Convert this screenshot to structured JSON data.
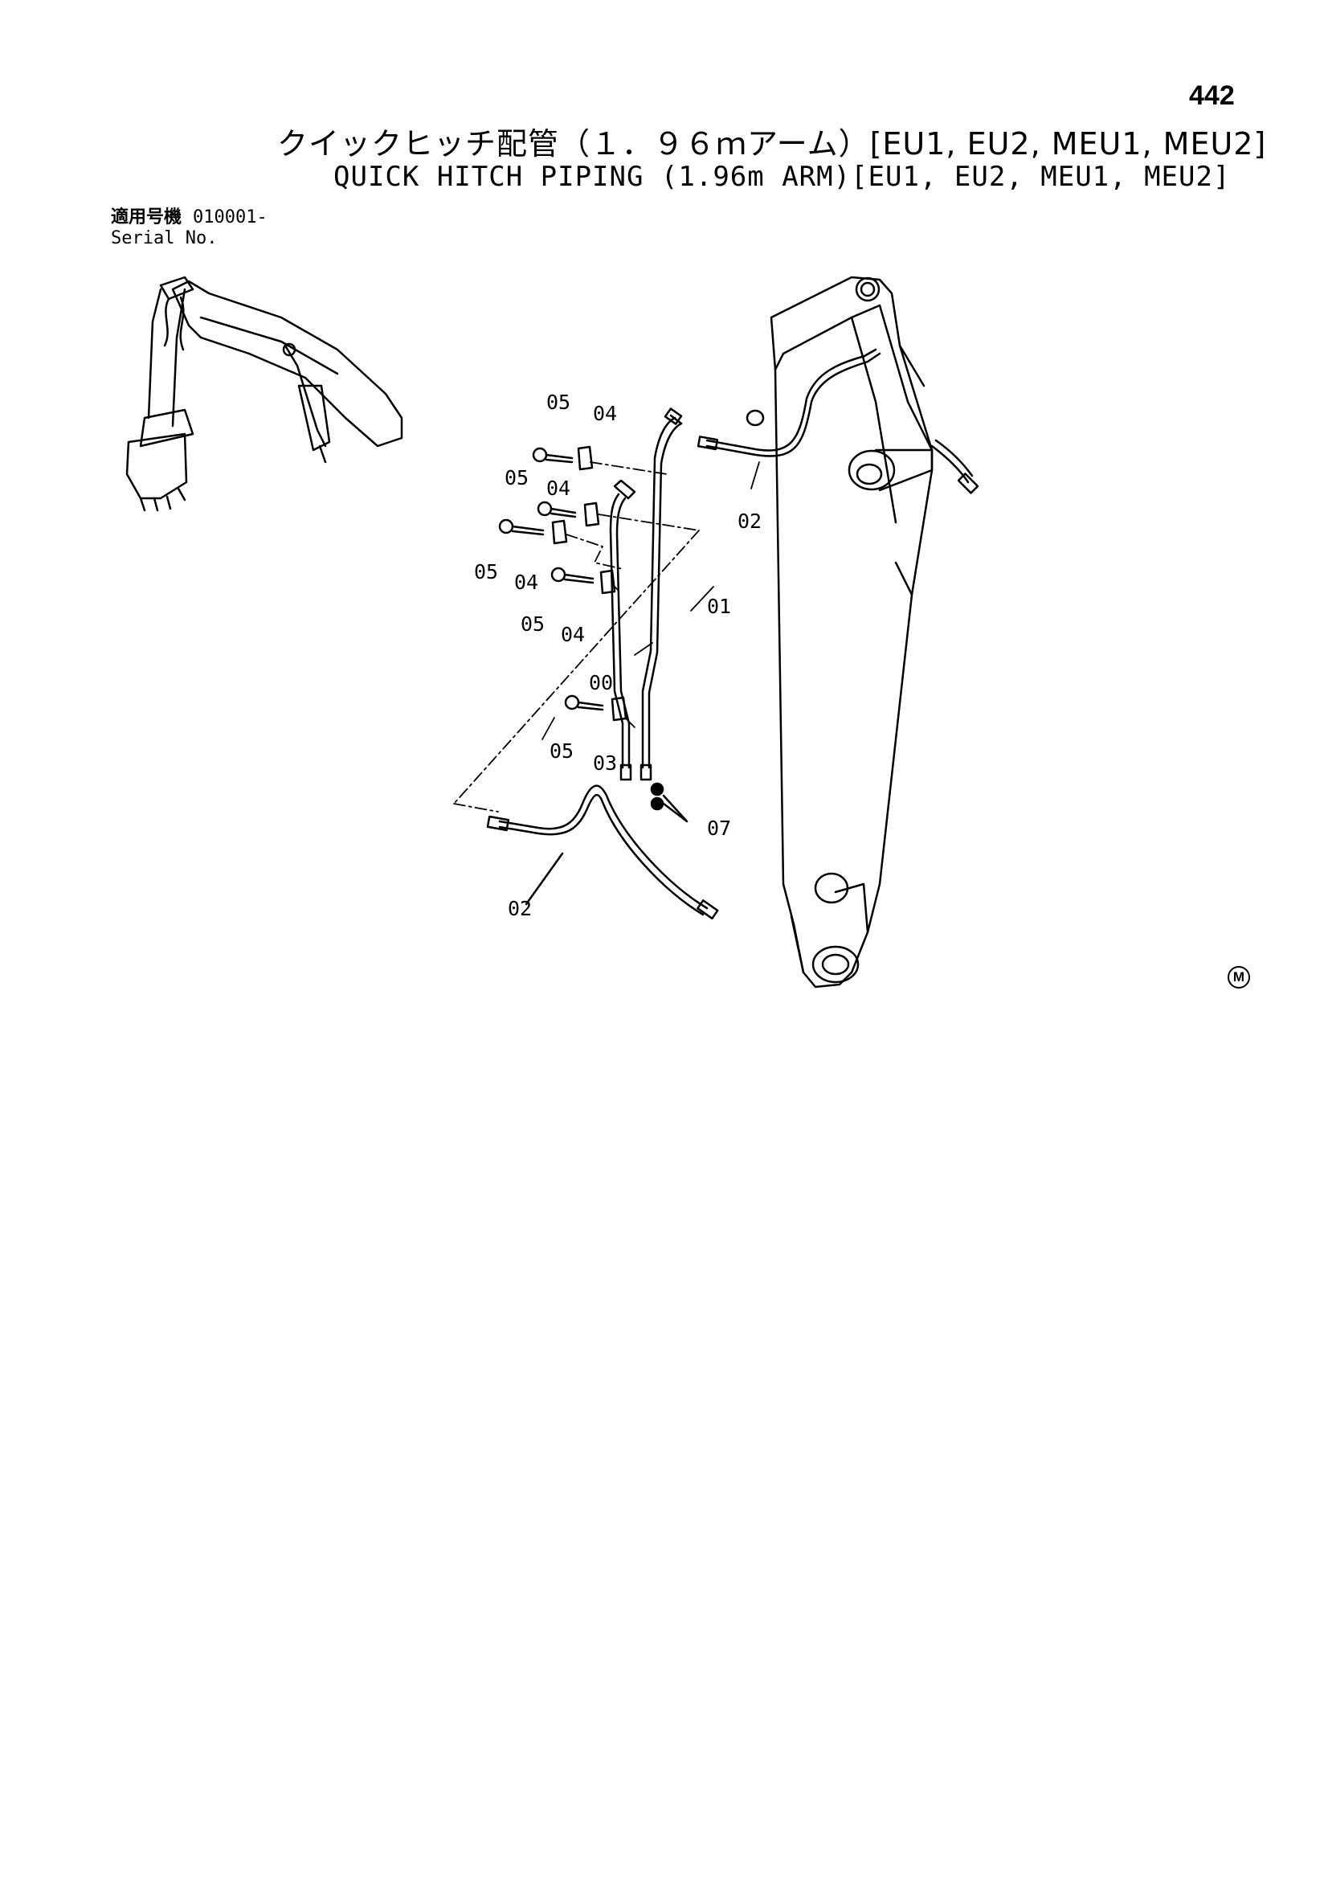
{
  "page_number": "442",
  "title_jp": "クイックヒッチ配管（１．９６ｍアーム）[EU1, EU2, MEU1, MEU2]",
  "title_en": "QUICK HITCH PIPING (1.96m ARM)[EU1, EU2, MEU1, MEU2]",
  "serial": {
    "label_jp": "適用号機",
    "number": "010001-",
    "label_en": "Serial No."
  },
  "callouts": {
    "c05_top": "05",
    "c04_top": "04",
    "c05_b": "05",
    "c04_b": "04",
    "c02_right": "02",
    "c05_c": "05",
    "c04_c": "04",
    "c05_d": "05",
    "c04_d": "04",
    "c01": "01",
    "c00": "00",
    "c05_e": "05",
    "c03": "03",
    "c07": "07",
    "c02_left": "02"
  },
  "mark": "M"
}
